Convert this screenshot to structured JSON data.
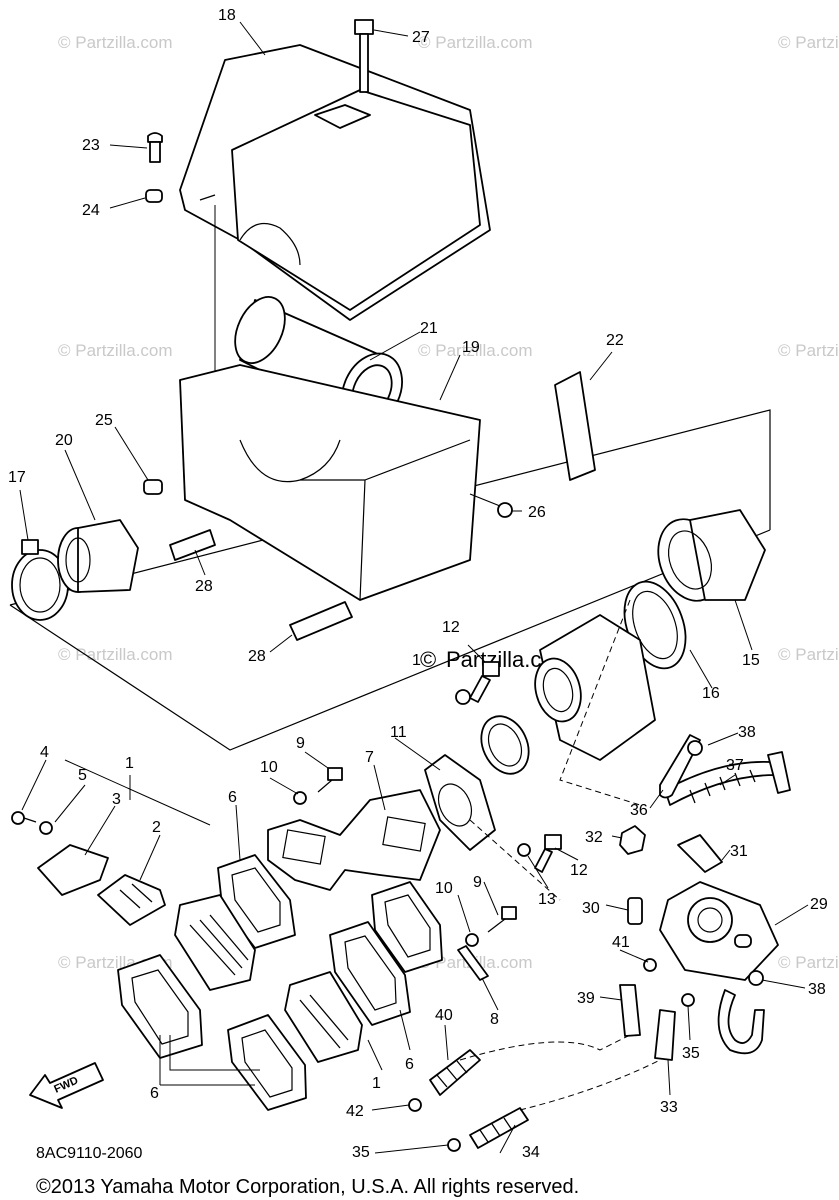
{
  "watermark": {
    "text": "© Partzilla.com",
    "main_text": "Partzilla.com",
    "main_symbol": "©"
  },
  "diagram_code": "8AC9110-2060",
  "copyright": "©2013  Yamaha Motor Corporation, U.S.A. All rights reserved.",
  "fwd_label": "FWD",
  "callouts": {
    "c1a": "1",
    "c1b": "1",
    "c2": "2",
    "c3": "3",
    "c4": "4",
    "c5": "5",
    "c6a": "6",
    "c6b": "6",
    "c6c": "6",
    "c7": "7",
    "c8": "8",
    "c9a": "9",
    "c9b": "9",
    "c10a": "10",
    "c10b": "10",
    "c11": "11",
    "c12a": "12",
    "c12b": "12",
    "c13a": "13",
    "c13b": "1",
    "c15": "15",
    "c16": "16",
    "c17": "17",
    "c18": "18",
    "c19": "19",
    "c20": "20",
    "c21": "21",
    "c22": "22",
    "c23": "23",
    "c24": "24",
    "c25": "25",
    "c26": "26",
    "c27": "27",
    "c28a": "28",
    "c28b": "28",
    "c29": "29",
    "c30": "30",
    "c31": "31",
    "c32": "32",
    "c33": "33",
    "c34": "34",
    "c35a": "35",
    "c35b": "35",
    "c36": "36",
    "c37": "37",
    "c38a": "38",
    "c38b": "38",
    "c39": "39",
    "c40": "40",
    "c41": "41",
    "c42": "42"
  }
}
